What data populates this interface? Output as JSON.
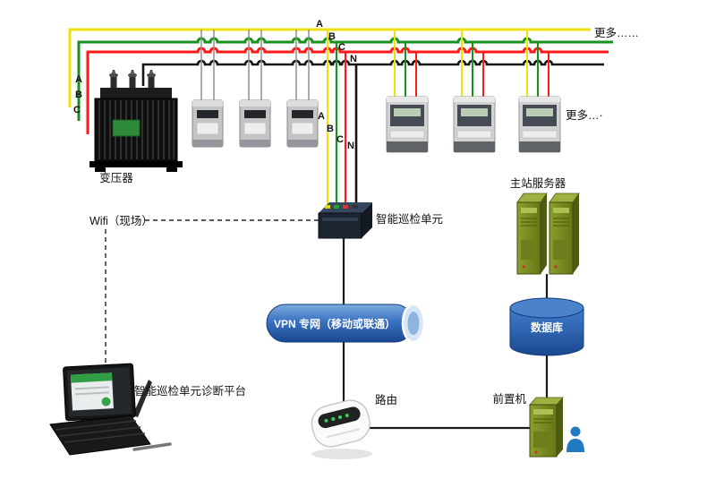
{
  "diagram": {
    "labels": {
      "transformer": "变压器",
      "wifi": "Wifi（现场）",
      "unit": "智能巡检单元",
      "more_top": "更多……",
      "more_right": "更多…·",
      "vpn": "VPN 专网（移动或联通）",
      "master_server": "主站服务器",
      "database": "数据库",
      "front_machine": "前置机",
      "router": "路由",
      "platform": "智能巡检单元诊断平台"
    },
    "phase_labels": {
      "left": [
        "A",
        "B",
        "C"
      ],
      "top": [
        "A",
        "B",
        "C",
        "N"
      ],
      "mid": [
        "A",
        "B",
        "C",
        "N"
      ]
    },
    "colors": {
      "phase_a": "#f0e10a",
      "phase_b": "#17921b",
      "phase_c": "#ff1a1a",
      "neutral": "#141414",
      "vpn_blue": "#3a72c2",
      "server_green": "#7a8c1e",
      "database_blue": "#2a62b8",
      "person_blue": "#1f7ac0",
      "led_green": "#35d05a"
    }
  }
}
